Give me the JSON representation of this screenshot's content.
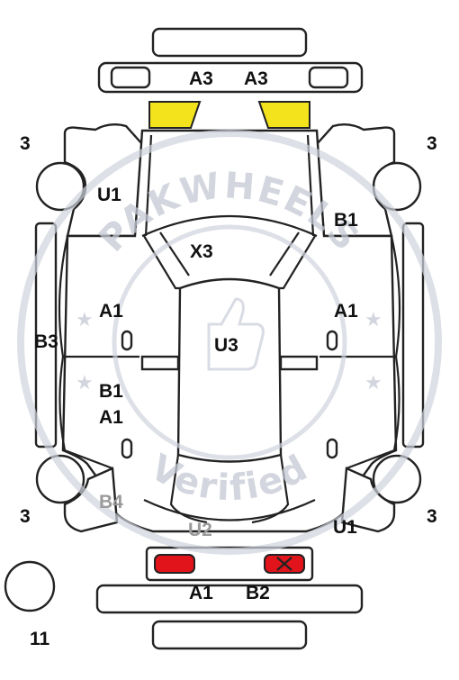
{
  "watermark": {
    "top": "PAKWHEELS",
    "bottom": "Verified"
  },
  "labels": {
    "a3_left": "A3",
    "a3_right": "A3",
    "corner_front_left": "3",
    "corner_front_right": "3",
    "fender_front_left": "U1",
    "fender_front_right": "B1",
    "hood": "X3",
    "door_front_left": "A1",
    "door_front_right": "A1",
    "sill_left": "B3",
    "roof": "U3",
    "door_rear_left_1": "B1",
    "door_rear_left_2": "A1",
    "quarter_rear_left": "B4",
    "corner_rear_left": "3",
    "corner_rear_right": "3",
    "trunk": "U2",
    "quarter_rear_right": "U1",
    "tail_a1": "A1",
    "tail_b2": "B2",
    "spare_tire": "11"
  },
  "colors": {
    "headlight": "#f2e31c",
    "taillight": "#e0141a",
    "outline": "#222222",
    "watermark": "#c5c9d4"
  }
}
